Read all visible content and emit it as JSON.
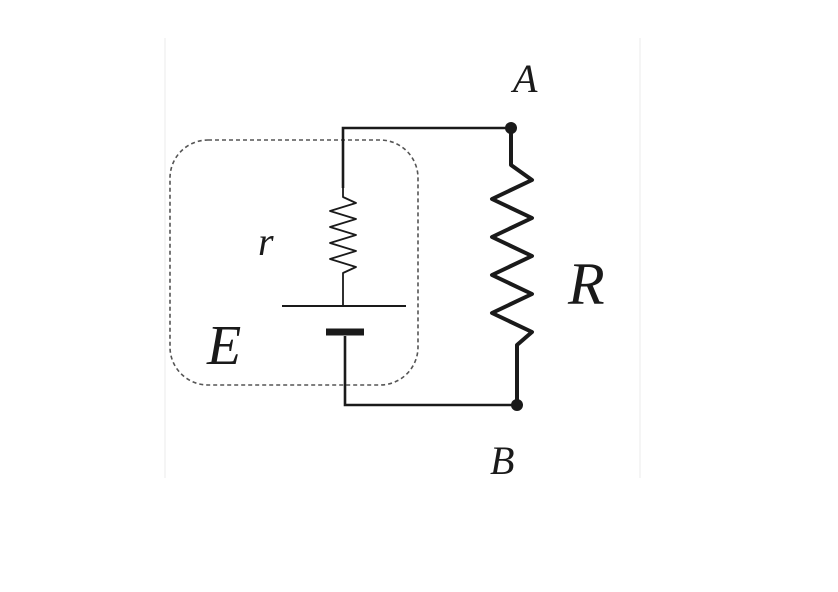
{
  "labels": {
    "A": "A",
    "B": "B",
    "R": "R",
    "r": "r",
    "E": "E"
  },
  "colors": {
    "wire": "#1a1a1a",
    "dashed_box": "#555555",
    "frame": "#f2f2f2",
    "background": "#ffffff"
  }
}
